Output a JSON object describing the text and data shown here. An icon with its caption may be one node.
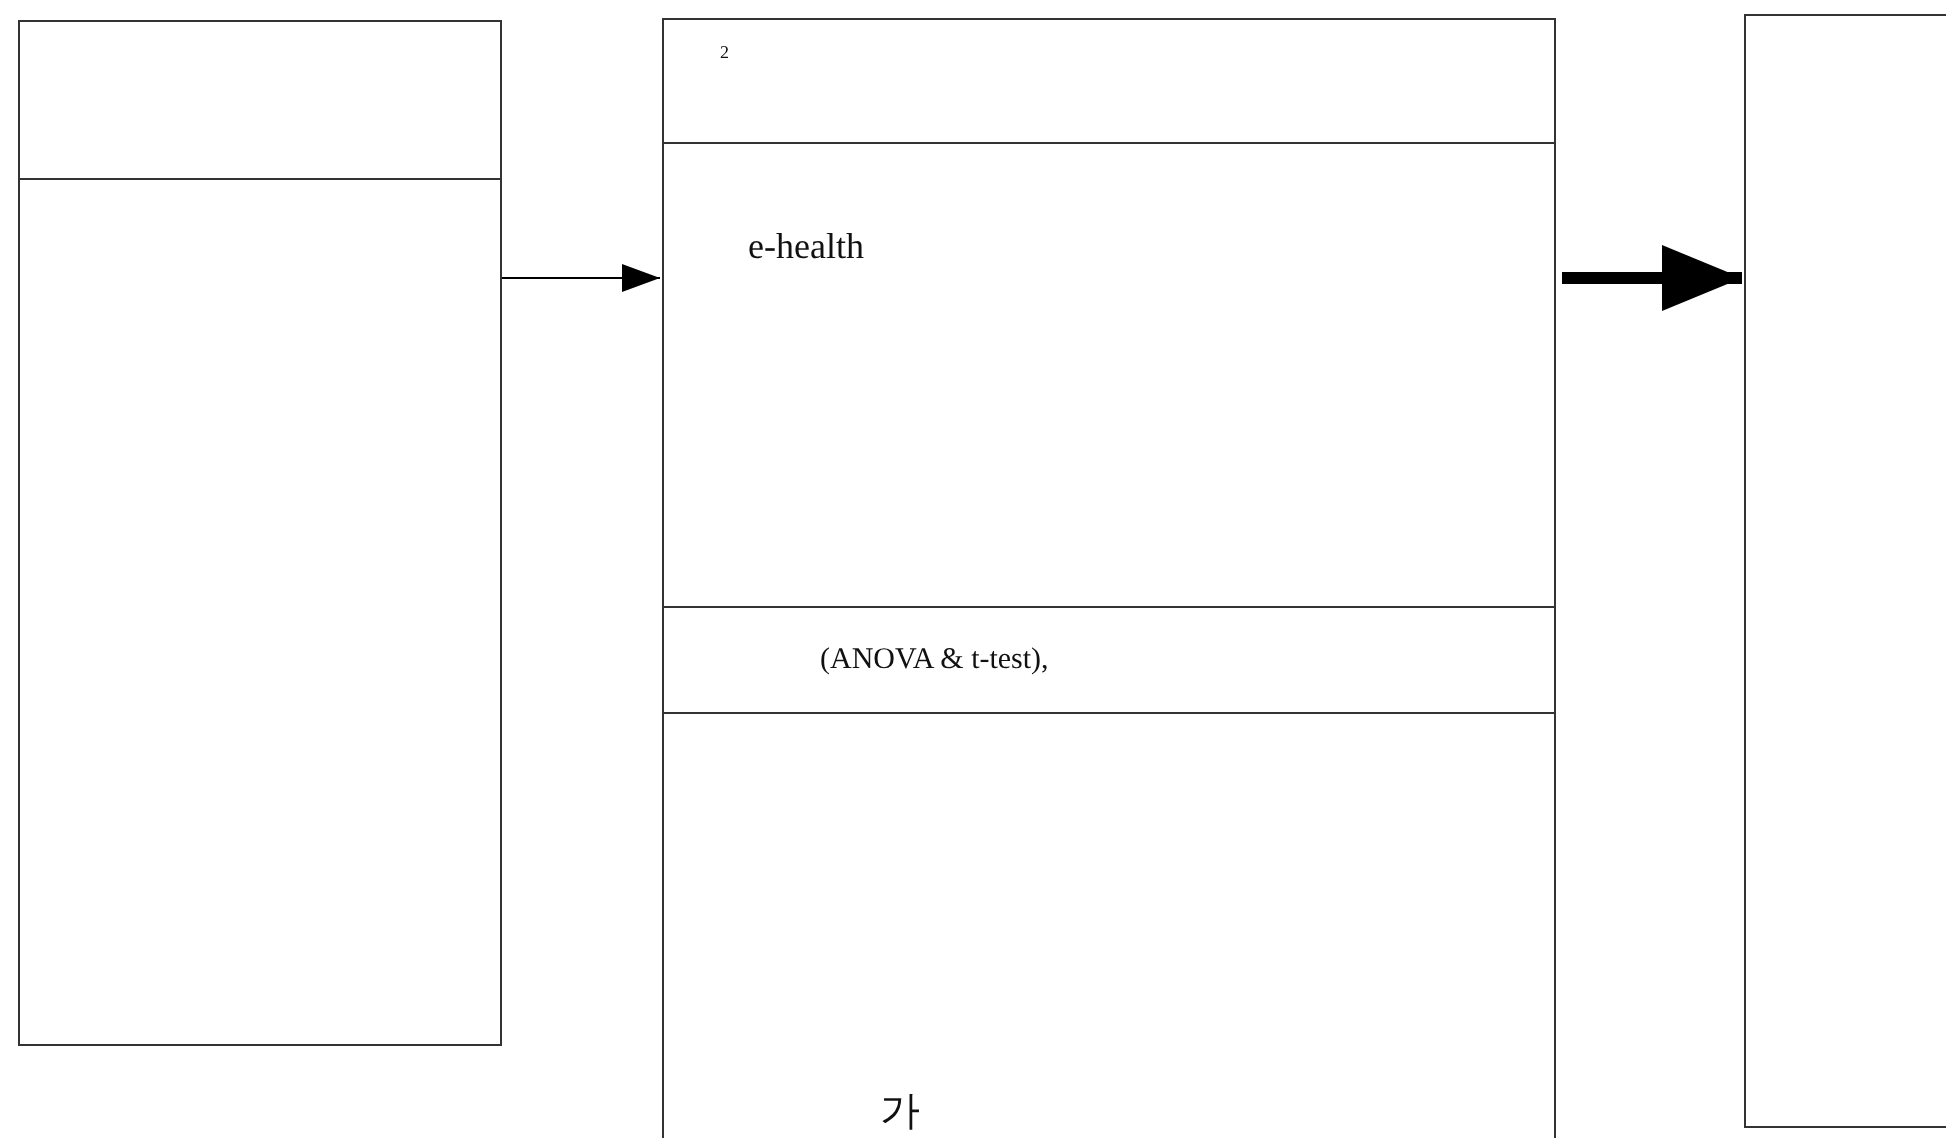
{
  "diagram": {
    "nodes": [
      {
        "text": [],
        "shape": "box"
      },
      {
        "text": [
          "2",
          "e-health",
          "(ANOVA & t-test),",
          "가"
        ]
      },
      {
        "text": [],
        "shape": "box"
      }
    ],
    "edges": [
      {
        "from": 0,
        "to": 1,
        "arrow": "to"
      },
      {
        "from": 1,
        "to": 2,
        "arrow": "to",
        "style": "thick"
      }
    ]
  }
}
